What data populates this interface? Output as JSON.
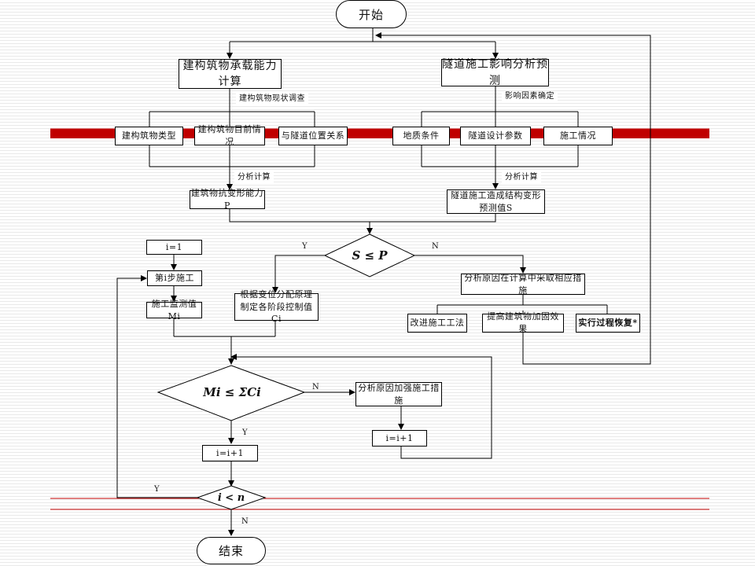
{
  "terminals": {
    "start": "开始",
    "end": "结束"
  },
  "boxes": {
    "building_capacity": "建构筑物承载能力计算",
    "tunnel_impact": "隧道施工影响分析预测",
    "building_type": "建构筑物类型",
    "building_current": "建构筑物目前情况",
    "tunnel_position": "与隧道位置关系",
    "geology": "地质条件",
    "tunnel_design": "隧道设计参数",
    "construction_status": "施工情况",
    "building_deform_capacity": "建筑物抗变形能力P",
    "tunnel_deform_pred": "隧道施工造成结构变形预测值S",
    "i_equals_1": "i=1",
    "step_i": "第i步施工",
    "monitor_mi": "施工监测值Mi",
    "control_ci": "根据变位分配原理制定各阶段控制值Ci",
    "analyze_measures": "分析原因在计算中采取相应措施",
    "change_method": "改进施工工法",
    "improve_reinforce": "提高建筑物加固效果",
    "process_restore": "实行过程恢复*",
    "analyze_strengthen": "分析原因加强施工措施",
    "i_plus_right": "i=i+1",
    "i_plus_left": "i=i+1"
  },
  "labels": {
    "survey": "建构筑物现状调查",
    "factors": "影响因素确定",
    "calc_left": "分析计算",
    "calc_right": "分析计算"
  },
  "decisions": {
    "s_le_p": "S ≤ P",
    "m_le_sum": "Mi ≤ ΣCi",
    "i_lt_n": "i < n"
  },
  "branches": {
    "sp_yes": "Y",
    "sp_no": "N",
    "m_no": "N",
    "m_yes": "Y",
    "in_yes": "Y",
    "in_no": "N"
  },
  "colors": {
    "red_band": "#c00000",
    "red_line": "#c00000",
    "stripe": "#e9e9e9"
  }
}
